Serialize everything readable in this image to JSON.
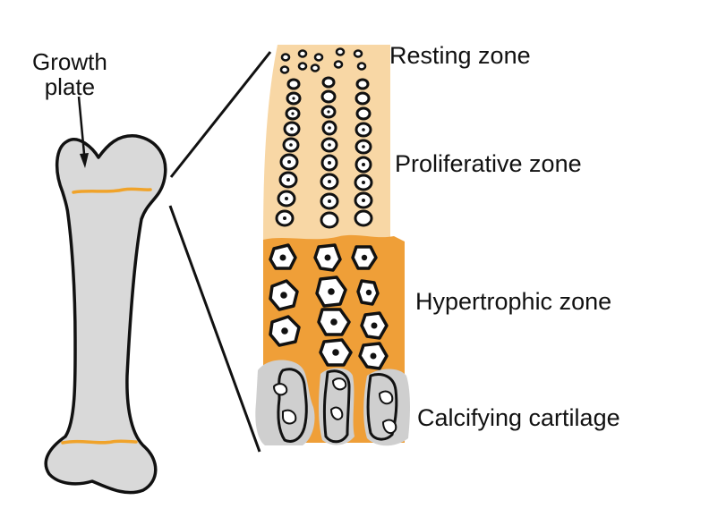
{
  "labels": {
    "growth_plate_line1": "Growth",
    "growth_plate_line2": "plate",
    "resting_zone": "Resting zone",
    "proliferative_zone": "Proliferative zone",
    "hypertrophic_zone": "Hypertrophic zone",
    "calcifying_cartilage": "Calcifying cartilage"
  },
  "colors": {
    "bone_fill": "#d9d9d9",
    "outline": "#111111",
    "growth_plate_line": "#f0a32a",
    "resting_proliferative_fill": "#f8d7a5",
    "hypertrophic_fill": "#ef9f38",
    "calcified_fill": "#cfcfcf",
    "cell_fill": "#ffffff"
  }
}
